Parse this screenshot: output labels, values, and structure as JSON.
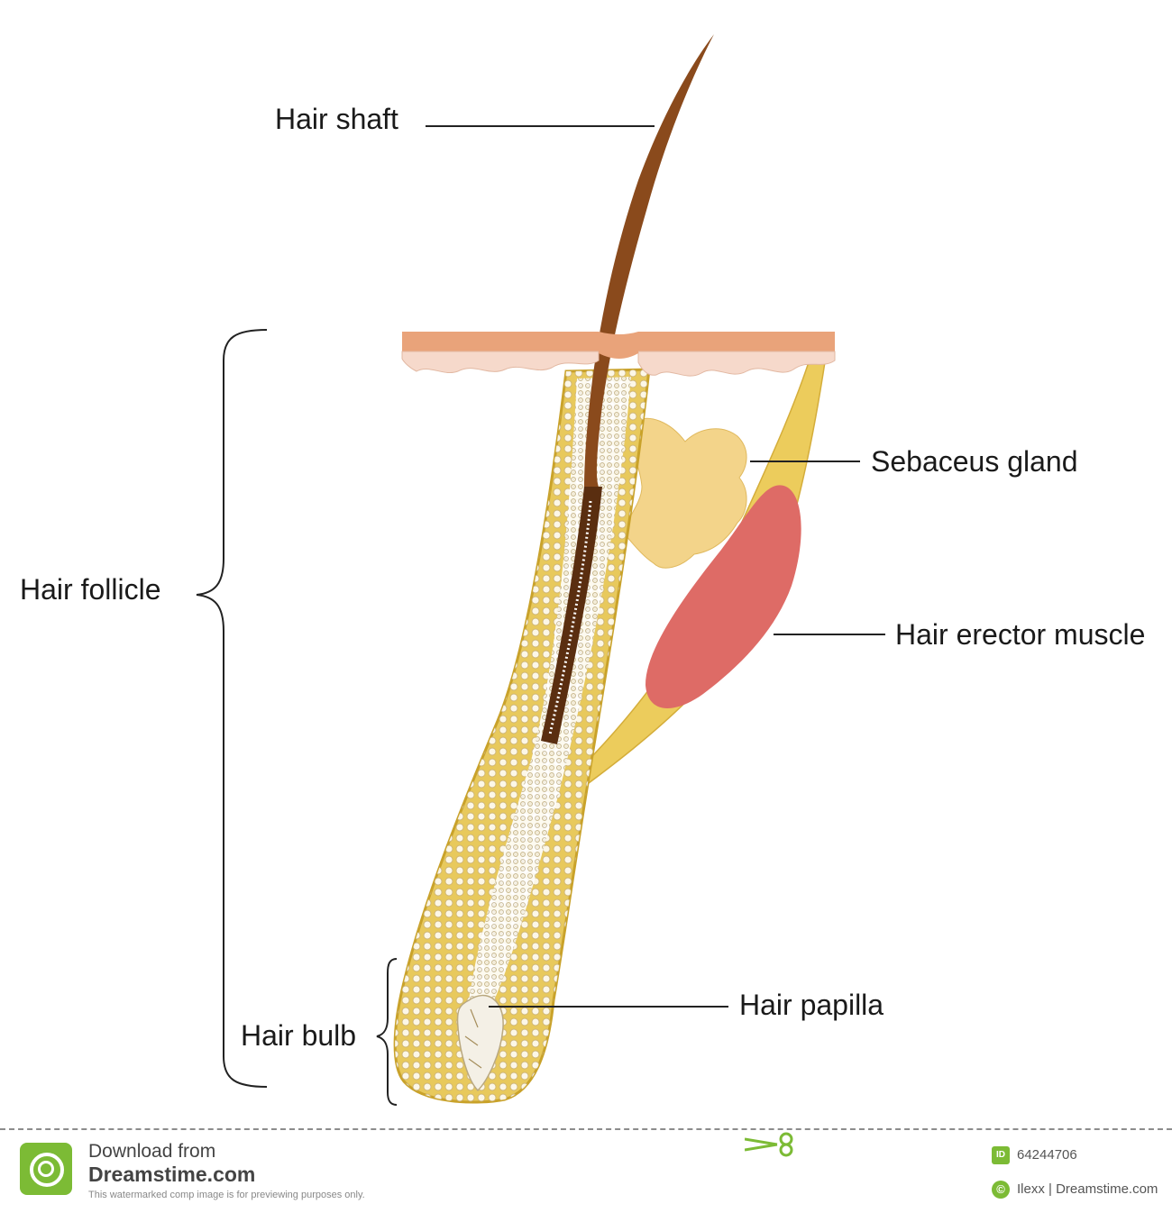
{
  "labels": {
    "hair_shaft": "Hair shaft",
    "sebaceus_gland": "Sebaceus gland",
    "hair_erector_muscle": "Hair erector muscle",
    "hair_follicle": "Hair follicle",
    "hair_papilla": "Hair papilla",
    "hair_bulb": "Hair bulb"
  },
  "colors": {
    "hair": "#8a4a1c",
    "hair_dark": "#5a2e10",
    "follicle_fill": "#e8c95c",
    "follicle_outline": "#c9a22a",
    "sebaceus_gland": "#f3d48a",
    "erector_muscle": "#de6b66",
    "skin_top": "#e9a37a",
    "skin_lower": "#f6d9cb",
    "leader_line": "#222222",
    "brand_green": "#7cbb35"
  },
  "footer": {
    "download_line1": "Download from",
    "download_line2": "Dreamstime.com",
    "disclaimer": "This watermarked comp image is for previewing purposes only.",
    "image_id": "64244706",
    "credit": "Ilexx | Dreamstime.com",
    "id_badge": "ID",
    "copyright_badge": "©"
  }
}
